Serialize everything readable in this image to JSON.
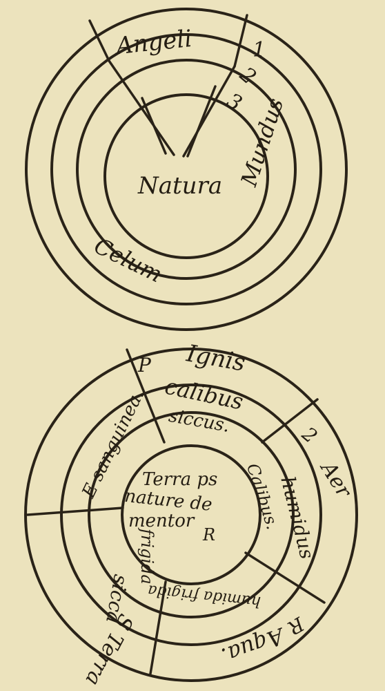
{
  "colors": {
    "paper": "#ece3bd",
    "ink": "#2a2318"
  },
  "upper_diagram": {
    "angeli": "Angeli",
    "num1": "1",
    "num2": "2",
    "num3": "3",
    "mundus": "Mundus",
    "natura": "Natura",
    "celum": "Celum"
  },
  "lower_diagram": {
    "p": "P",
    "ignis": "Ignis",
    "calibus_outer": "calibus",
    "siccus": "siccus.",
    "num2": "2",
    "aer": "Aer",
    "humidus": "humidus",
    "calibus_side": "Calibus.",
    "e_sanguinea": "E sanguinea.",
    "center_line1": "Terra ps",
    "center_line2": "nature de",
    "center_line3": "mentor",
    "center_small": "R",
    "frigida_left": "frigida",
    "sicca": "sicca",
    "s_terra": "S Terra",
    "humida_frigida": "humida frigida",
    "r": "R",
    "aqua": "Aqua."
  }
}
